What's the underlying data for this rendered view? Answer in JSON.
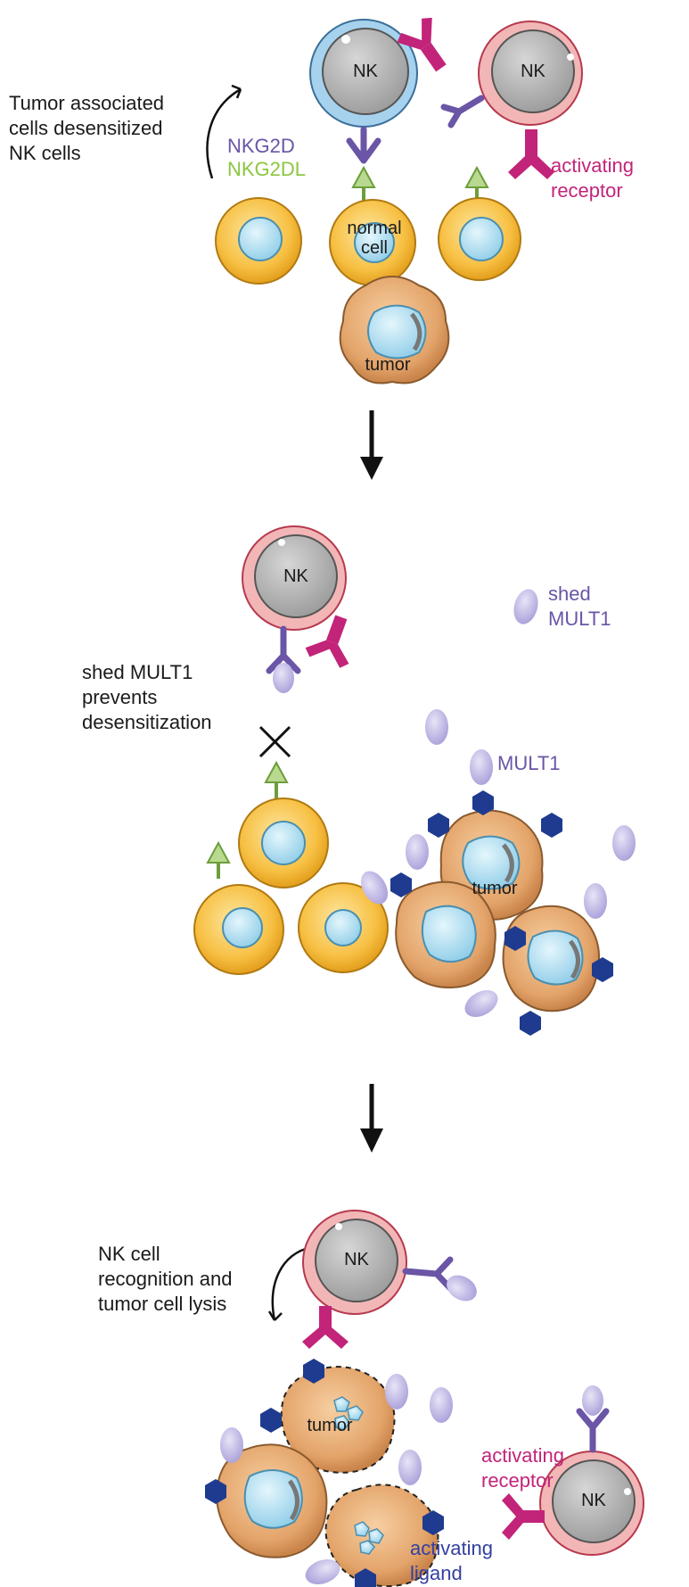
{
  "panel1": {
    "note": "Tumor associated\ncells desensitized\nNK cells",
    "nkg2d": "NKG2D",
    "nkg2dl": "NKG2DL",
    "activating_receptor": "activating\nreceptor",
    "normal_cell": "normal\ncell",
    "tumor": "tumor",
    "nk_left": "NK",
    "nk_right": "NK"
  },
  "panel2": {
    "note": "shed MULT1\nprevents\ndesensitization",
    "shed_mult1": "shed\nMULT1",
    "mult1": "MULT1",
    "tumor": "tumor",
    "nk": "NK"
  },
  "panel3": {
    "note": "NK cell\nrecognition and\ntumor cell lysis",
    "tumor": "tumor",
    "activating_receptor": "activating\nreceptor",
    "activating_ligand": "activating\nligand",
    "nk_top": "NK",
    "nk_right": "NK"
  },
  "colors": {
    "nkg2d": "#6a55a6",
    "nkg2dl": "#8cc63f",
    "activating_receptor": "#c2247a",
    "activating_ligand": "#1f3b8f",
    "normal_cell": "#f5b731",
    "tumor_cell": "#e2a56f",
    "nucleus": "#a9dcf0",
    "shed_mult1": "#b9b0e0"
  }
}
